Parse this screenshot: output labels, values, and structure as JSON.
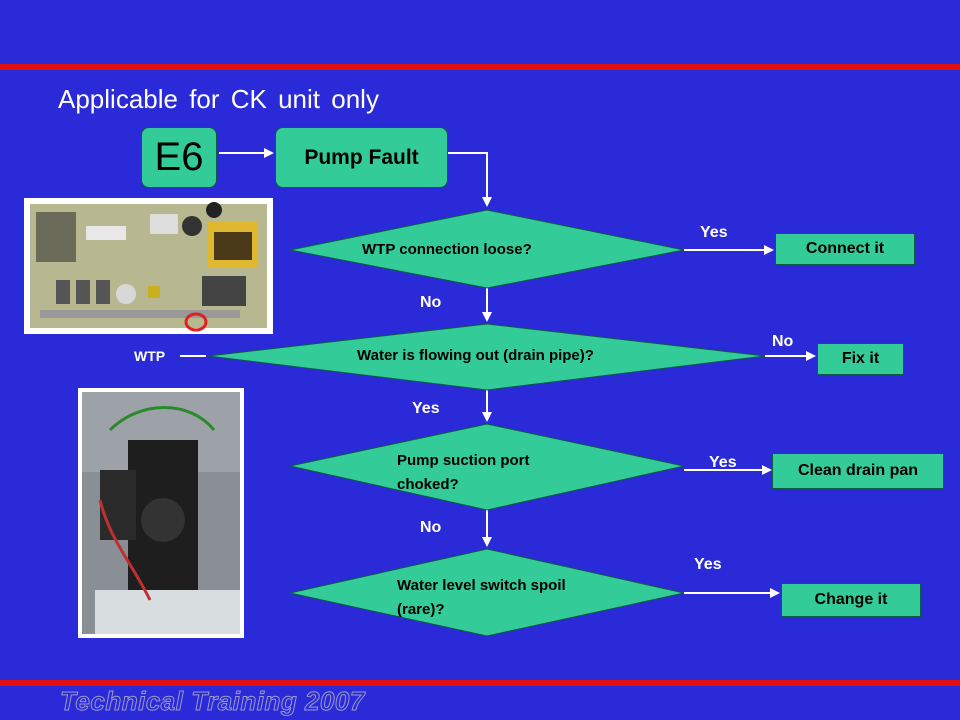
{
  "subtitle": "Applicable for CK unit only",
  "error_code": "E6",
  "fault_name": "Pump Fault",
  "decisions": [
    {
      "text": "WTP connection loose?"
    },
    {
      "text": "Water is flowing out (drain pipe)?"
    },
    {
      "text_line1": "Pump suction port",
      "text_line2": "choked?"
    },
    {
      "text_line1": "Water level switch spoil",
      "text_line2": "(rare)?"
    }
  ],
  "results": [
    "Connect it",
    "Fix it",
    "Clean drain pan",
    "Change it"
  ],
  "labels": {
    "d1_side": "Yes",
    "d1_down": "No",
    "d2_side": "No",
    "d2_down": "Yes",
    "d3_side": "Yes",
    "d3_down": "No",
    "d4_side": "Yes"
  },
  "wtp_label": "WTP",
  "footer": "Technical Training 2007",
  "colors": {
    "background": "#2a2ad8",
    "accent_bar": "#e01010",
    "box_fill": "#33cc99",
    "line": "#ffffff"
  }
}
